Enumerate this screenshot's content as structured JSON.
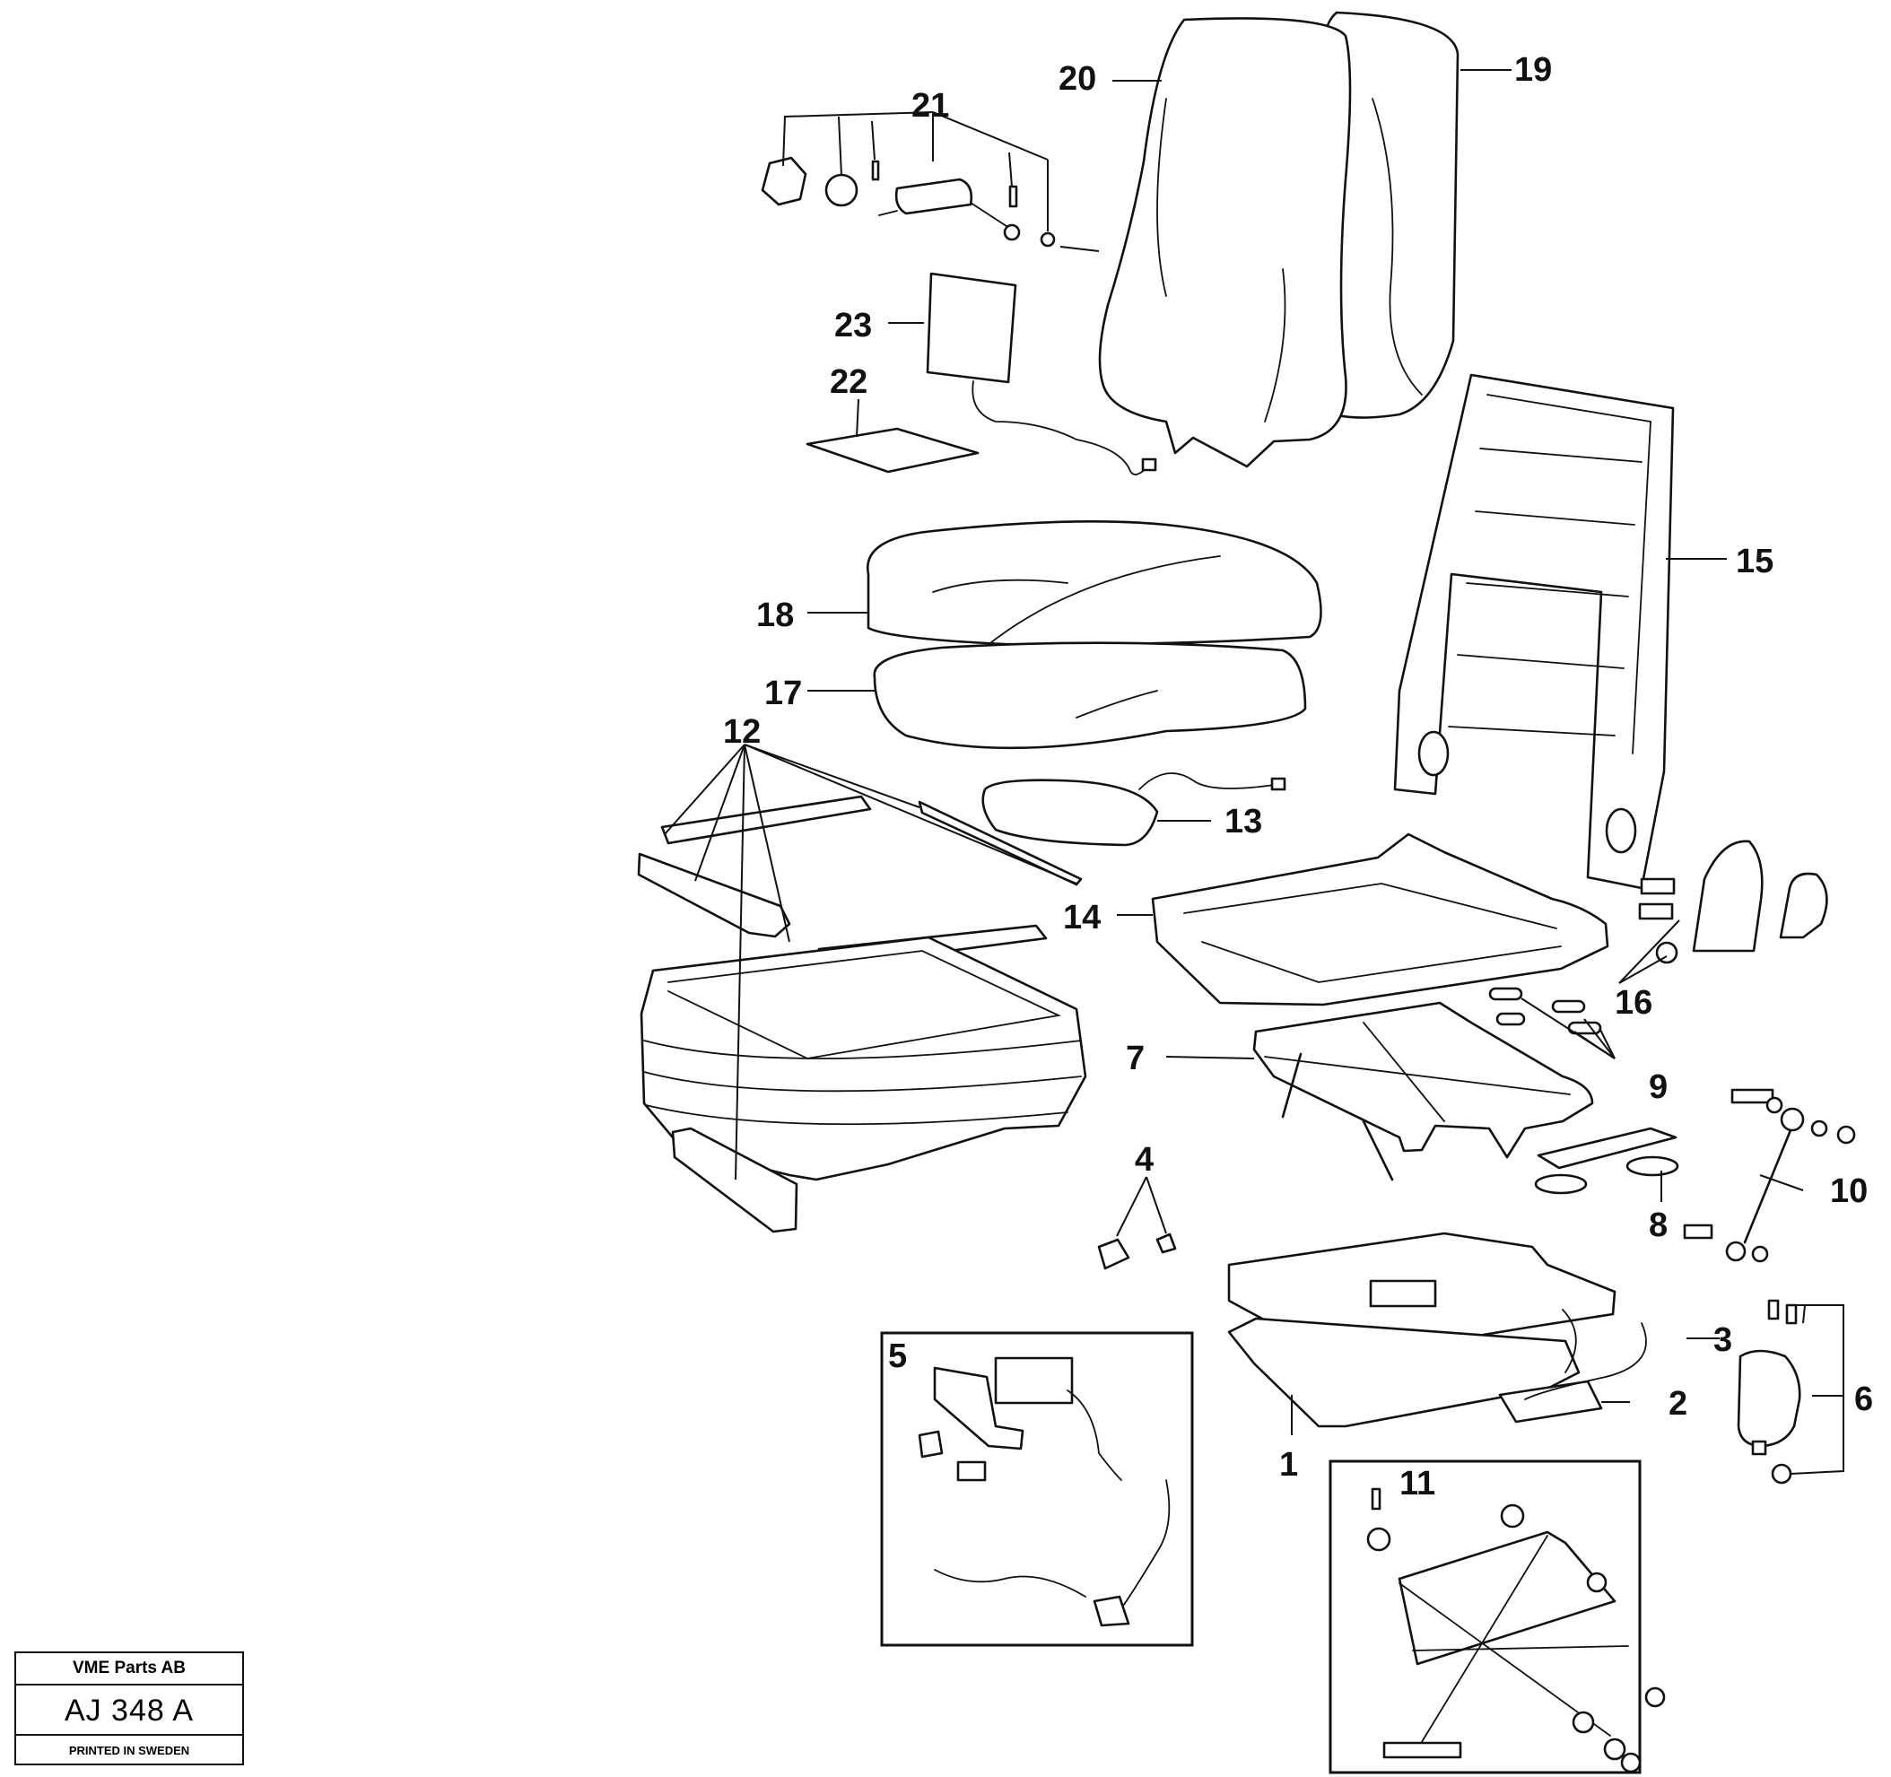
{
  "callouts": {
    "c1": "1",
    "c2": "2",
    "c3": "3",
    "c4": "4",
    "c5": "5",
    "c6": "6",
    "c7": "7",
    "c8": "8",
    "c9": "9",
    "c10": "10",
    "c11": "11",
    "c12": "12",
    "c13": "13",
    "c14": "14",
    "c15": "15",
    "c16": "16",
    "c17": "17",
    "c18": "18",
    "c19": "19",
    "c20": "20",
    "c21": "21",
    "c22": "22",
    "c23": "23"
  },
  "stamp": {
    "company": "VME Parts AB",
    "code": "AJ 348 A",
    "printed": "PRINTED IN SWEDEN"
  }
}
